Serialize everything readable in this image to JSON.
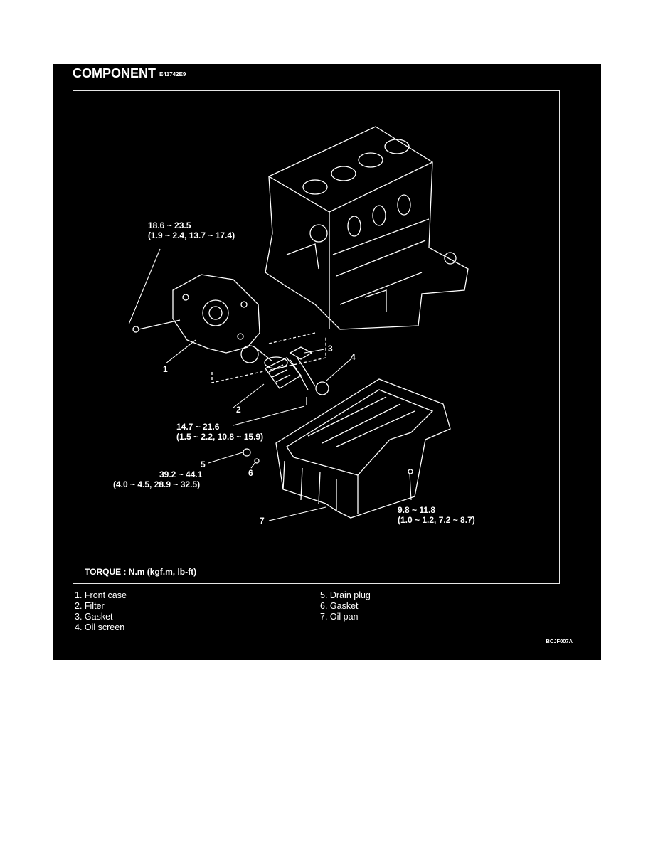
{
  "header": {
    "title": "COMPONENT",
    "code": "E41742E9"
  },
  "torque_specs": [
    {
      "id": "front-case-bolt",
      "line1": "18.6 ~ 23.5",
      "line2": "(1.9 ~ 2.4, 13.7 ~ 17.4)"
    },
    {
      "id": "oil-screen-bolt",
      "line1": "14.7 ~ 21.6",
      "line2": "(1.5 ~ 2.2, 10.8 ~ 15.9)"
    },
    {
      "id": "drain-plug",
      "line1": "39.2 ~ 44.1",
      "line2": "(4.0 ~ 4.5, 28.9 ~ 32.5)"
    },
    {
      "id": "oil-pan-bolt",
      "line1": "9.8 ~ 11.8",
      "line2": "(1.0 ~ 1.2, 7.2 ~ 8.7)"
    }
  ],
  "callouts": [
    "1",
    "2",
    "3",
    "4",
    "5",
    "6",
    "7"
  ],
  "torque_note": "TORQUE : N.m (kgf.m, lb-ft)",
  "legend": {
    "left": [
      "1.  Front case",
      "2.  Filter",
      "3.  Gasket",
      "4.  Oil screen"
    ],
    "right": [
      "5.  Drain plug",
      "6.  Gasket",
      "7.  Oil pan"
    ]
  },
  "figure_id": "BCJF007A"
}
